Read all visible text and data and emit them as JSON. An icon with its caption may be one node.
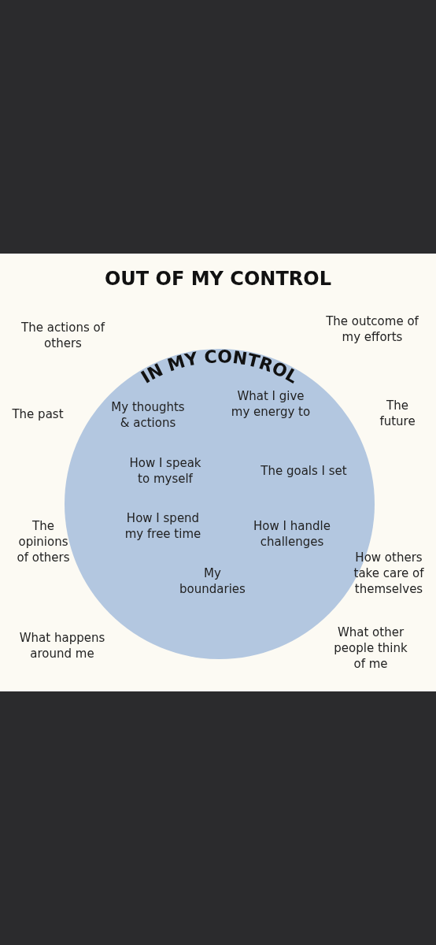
{
  "diagram": {
    "title": "OUT OF MY CONTROL",
    "nodes": [
      {
        "text": [
          "IN MY CONTROL",
          "My thoughts & actions",
          "What I give my energy to",
          "How I speak to myself",
          "The goals I set",
          "How I spend my free time",
          "How I handle challenges",
          "My boundaries"
        ]
      }
    ],
    "labels": [
      "The actions of others",
      "The outcome of my efforts",
      "The past",
      "The future",
      "The opinions of others",
      "How others take care of themselves",
      "What happens around me",
      "What other people think of me"
    ]
  }
}
